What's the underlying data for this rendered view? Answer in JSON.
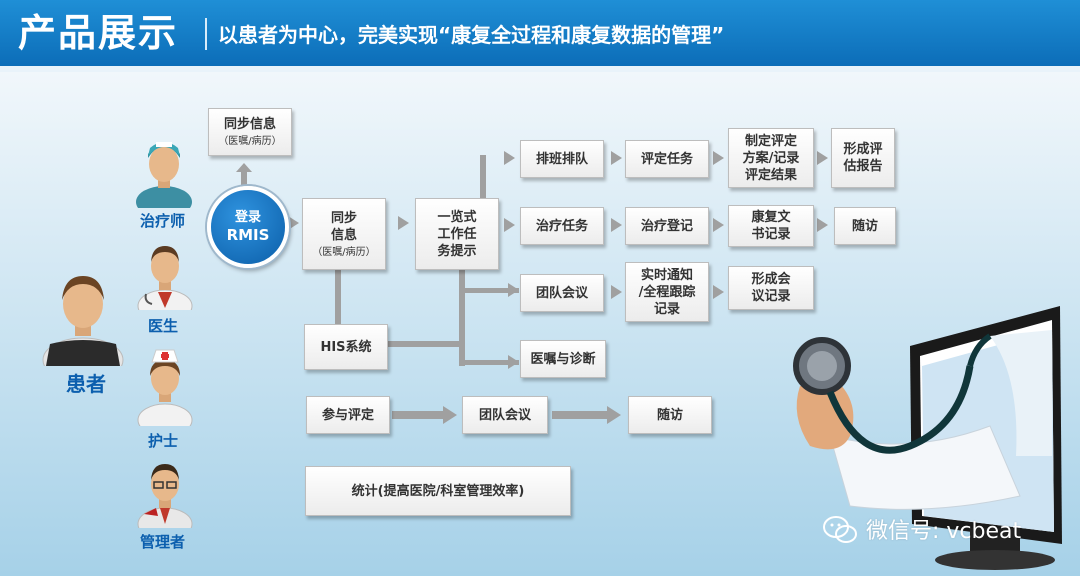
{
  "header": {
    "title": "产品展示",
    "subtitle": "以患者为中心，完美实现“康复全过程和康复数据的管理”"
  },
  "roles": {
    "therapist": "治疗师",
    "doctor": "医生",
    "nurse": "护士",
    "manager": "管理者",
    "patient": "患者"
  },
  "rmis": {
    "line1": "登录",
    "line2": "RMIS"
  },
  "nodes": {
    "sync_top": {
      "title": "同步信息",
      "sub": "（医嘱/病历）"
    },
    "sync_mid": {
      "title1": "同步",
      "title2": "信息",
      "sub": "（医嘱/病历）"
    },
    "overview": {
      "l1": "一览式",
      "l2": "工作任",
      "l3": "务提示"
    },
    "schedule": "排班排队",
    "eval_task": "评定任务",
    "plan": {
      "l1": "制定评定",
      "l2": "方案/记录",
      "l3": "评定结果"
    },
    "eval_report": {
      "l1": "形成评",
      "l2": "估报告"
    },
    "treat_task": "治疗任务",
    "treat_reg": "治疗登记",
    "rehab_doc": {
      "l1": "康复文",
      "l2": "书记录"
    },
    "followup_1": "随访",
    "team_meeting_1": "团队会议",
    "notify": {
      "l1": "实时通知",
      "l2": "/全程跟踪",
      "l3": "记录"
    },
    "meeting_rec": {
      "l1": "形成会",
      "l2": "议记录"
    },
    "his": "HIS系统",
    "order_diag": "医嘱与诊断",
    "join_eval": "参与评定",
    "team_meeting_2": "团队会议",
    "followup_2": "随访",
    "stats": "统计(提高医院/科室管理效率)"
  },
  "watermark": "微信号: vcbeat",
  "colors": {
    "header": "#0c6db8",
    "role_text": "#0c5fae",
    "rmis": "#0b5ea8",
    "arrow": "#a0a0a0"
  }
}
